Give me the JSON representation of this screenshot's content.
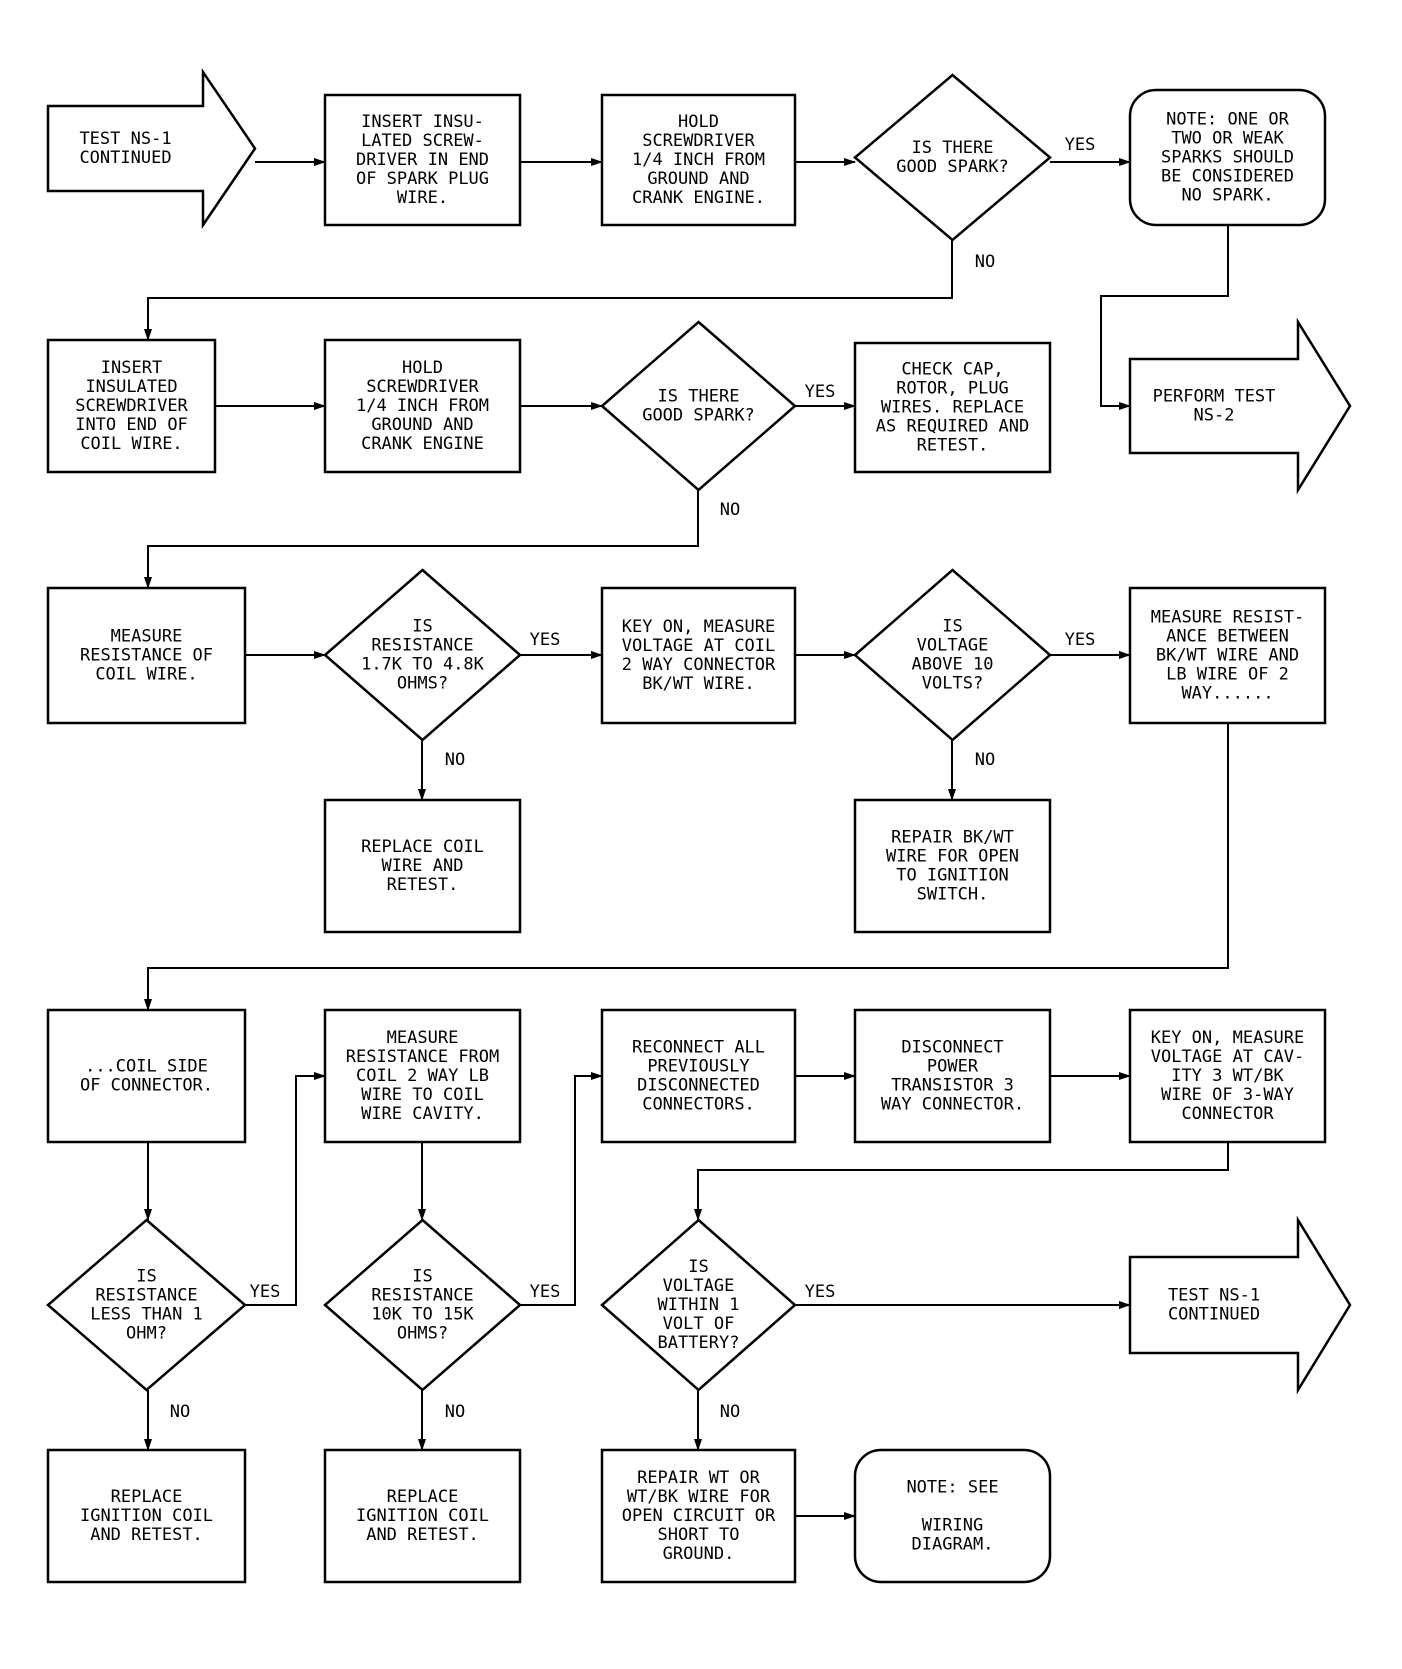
{
  "nodes": [
    {
      "id": "n1",
      "kind": "arrow",
      "lines": [
        "TEST NS-1",
        "CONTINUED"
      ]
    },
    {
      "id": "n2",
      "kind": "box",
      "lines": [
        "INSERT INSU-",
        "LATED SCREW-",
        "DRIVER IN END",
        "OF SPARK PLUG",
        "WIRE."
      ]
    },
    {
      "id": "n3",
      "kind": "box",
      "lines": [
        "HOLD",
        "SCREWDRIVER",
        "1/4 INCH FROM",
        "GROUND AND",
        "CRANK ENGINE."
      ]
    },
    {
      "id": "n4",
      "kind": "diamond",
      "lines": [
        "IS THERE",
        "GOOD SPARK?"
      ]
    },
    {
      "id": "n5",
      "kind": "rounded",
      "lines": [
        "NOTE: ONE OR",
        "TWO OR WEAK",
        "SPARKS SHOULD",
        "BE CONSIDERED",
        "NO SPARK."
      ]
    },
    {
      "id": "n6",
      "kind": "box",
      "lines": [
        "INSERT",
        "INSULATED",
        "SCREWDRIVER",
        "INTO END OF",
        "COIL WIRE."
      ]
    },
    {
      "id": "n7",
      "kind": "box",
      "lines": [
        "HOLD",
        "SCREWDRIVER",
        "1/4 INCH FROM",
        "GROUND AND",
        "CRANK ENGINE"
      ]
    },
    {
      "id": "n8",
      "kind": "diamond",
      "lines": [
        "IS THERE",
        "GOOD SPARK?"
      ]
    },
    {
      "id": "n9",
      "kind": "box",
      "lines": [
        "CHECK CAP,",
        "ROTOR, PLUG",
        "WIRES. REPLACE",
        "AS REQUIRED AND",
        "RETEST."
      ]
    },
    {
      "id": "n10",
      "kind": "arrow",
      "lines": [
        "PERFORM TEST",
        "NS-2"
      ]
    },
    {
      "id": "n11",
      "kind": "box",
      "lines": [
        "MEASURE",
        "RESISTANCE OF",
        "COIL WIRE."
      ]
    },
    {
      "id": "n12",
      "kind": "diamond",
      "lines": [
        "IS",
        "RESISTANCE",
        "1.7K TO 4.8K",
        "OHMS?"
      ]
    },
    {
      "id": "n13",
      "kind": "box",
      "lines": [
        "KEY ON, MEASURE",
        "VOLTAGE AT COIL",
        "2 WAY CONNECTOR",
        "BK/WT WIRE."
      ]
    },
    {
      "id": "n14",
      "kind": "diamond",
      "lines": [
        "IS",
        "VOLTAGE",
        "ABOVE 10",
        "VOLTS?"
      ]
    },
    {
      "id": "n15",
      "kind": "box",
      "lines": [
        "MEASURE RESIST-",
        "ANCE BETWEEN",
        "BK/WT WIRE AND",
        "LB WIRE OF 2",
        "WAY......"
      ]
    },
    {
      "id": "n16",
      "kind": "box",
      "lines": [
        "REPLACE COIL",
        "WIRE AND",
        "RETEST."
      ]
    },
    {
      "id": "n17",
      "kind": "box",
      "lines": [
        "REPAIR BK/WT",
        "WIRE FOR OPEN",
        "TO IGNITION",
        "SWITCH."
      ]
    },
    {
      "id": "n18",
      "kind": "box",
      "lines": [
        "...COIL SIDE",
        "OF CONNECTOR."
      ]
    },
    {
      "id": "n19",
      "kind": "box",
      "lines": [
        "MEASURE",
        "RESISTANCE FROM",
        "COIL 2 WAY LB",
        "WIRE TO COIL",
        "WIRE CAVITY."
      ]
    },
    {
      "id": "n20",
      "kind": "box",
      "lines": [
        "RECONNECT ALL",
        "PREVIOUSLY",
        "DISCONNECTED",
        "CONNECTORS."
      ]
    },
    {
      "id": "n21",
      "kind": "box",
      "lines": [
        "DISCONNECT",
        "POWER",
        "TRANSISTOR 3",
        "WAY CONNECTOR."
      ]
    },
    {
      "id": "n22",
      "kind": "box",
      "lines": [
        "KEY ON, MEASURE",
        "VOLTAGE AT CAV-",
        "ITY 3 WT/BK",
        "WIRE OF 3-WAY",
        "CONNECTOR"
      ]
    },
    {
      "id": "n23",
      "kind": "diamond",
      "lines": [
        "IS",
        "RESISTANCE",
        "LESS THAN 1",
        "OHM?"
      ]
    },
    {
      "id": "n24",
      "kind": "diamond",
      "lines": [
        "IS",
        "RESISTANCE",
        "10K TO 15K",
        "OHMS?"
      ]
    },
    {
      "id": "n25",
      "kind": "diamond",
      "lines": [
        "IS",
        "VOLTAGE",
        "WITHIN 1",
        "VOLT OF",
        "BATTERY?"
      ]
    },
    {
      "id": "n26",
      "kind": "arrow",
      "lines": [
        "TEST NS-1",
        "CONTINUED"
      ]
    },
    {
      "id": "n27",
      "kind": "box",
      "lines": [
        "REPLACE",
        "IGNITION COIL",
        "AND RETEST."
      ]
    },
    {
      "id": "n28",
      "kind": "box",
      "lines": [
        "REPLACE",
        "IGNITION COIL",
        "AND RETEST."
      ]
    },
    {
      "id": "n29",
      "kind": "box",
      "lines": [
        "REPAIR WT OR",
        "WT/BK WIRE FOR",
        "OPEN CIRCUIT OR",
        "SHORT TO",
        "GROUND."
      ]
    },
    {
      "id": "n30",
      "kind": "rounded",
      "lines": [
        "NOTE: SEE",
        "",
        "WIRING",
        "DIAGRAM."
      ]
    }
  ],
  "edges": [
    {
      "from": "n1",
      "to": "n2",
      "label": ""
    },
    {
      "from": "n2",
      "to": "n3",
      "label": ""
    },
    {
      "from": "n3",
      "to": "n4",
      "label": ""
    },
    {
      "from": "n4",
      "to": "n5",
      "label": "YES"
    },
    {
      "from": "n4",
      "to": "n6",
      "label": "NO"
    },
    {
      "from": "n5",
      "to": "n10",
      "label": ""
    },
    {
      "from": "n6",
      "to": "n7",
      "label": ""
    },
    {
      "from": "n7",
      "to": "n8",
      "label": ""
    },
    {
      "from": "n8",
      "to": "n9",
      "label": "YES"
    },
    {
      "from": "n8",
      "to": "n11",
      "label": "NO"
    },
    {
      "from": "n11",
      "to": "n12",
      "label": ""
    },
    {
      "from": "n12",
      "to": "n13",
      "label": "YES"
    },
    {
      "from": "n12",
      "to": "n16",
      "label": "NO"
    },
    {
      "from": "n13",
      "to": "n14",
      "label": ""
    },
    {
      "from": "n14",
      "to": "n15",
      "label": "YES"
    },
    {
      "from": "n14",
      "to": "n17",
      "label": "NO"
    },
    {
      "from": "n15",
      "to": "n18",
      "label": ""
    },
    {
      "from": "n18",
      "to": "n23",
      "label": ""
    },
    {
      "from": "n23",
      "to": "n19",
      "label": "YES"
    },
    {
      "from": "n23",
      "to": "n27",
      "label": "NO"
    },
    {
      "from": "n19",
      "to": "n24",
      "label": ""
    },
    {
      "from": "n24",
      "to": "n20",
      "label": "YES"
    },
    {
      "from": "n24",
      "to": "n28",
      "label": "NO"
    },
    {
      "from": "n20",
      "to": "n21",
      "label": ""
    },
    {
      "from": "n21",
      "to": "n22",
      "label": ""
    },
    {
      "from": "n22",
      "to": "n25",
      "label": ""
    },
    {
      "from": "n25",
      "to": "n26",
      "label": "YES"
    },
    {
      "from": "n25",
      "to": "n29",
      "label": "NO"
    },
    {
      "from": "n29",
      "to": "n30",
      "label": ""
    }
  ]
}
